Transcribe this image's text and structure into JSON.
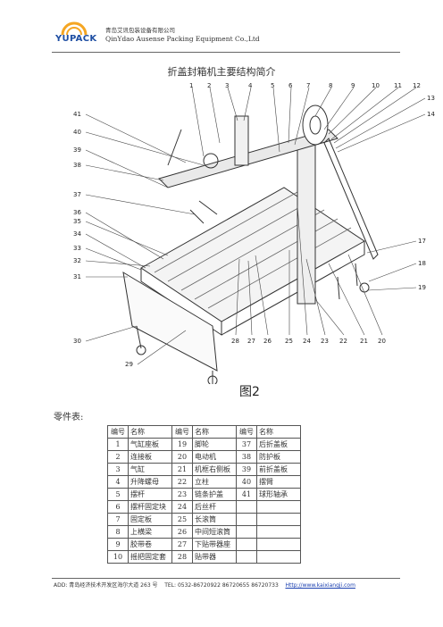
{
  "header": {
    "logo_text": "YUPACK",
    "company_cn": "青岛艾讯包装设备有限公司",
    "company_en": "QinYdao Ausense Packing Equipment Co.,Ltd"
  },
  "title": "折盖封箱机主要结构简介",
  "figure_caption": "图2",
  "callouts_top": [
    "1",
    "2",
    "3",
    "4",
    "5",
    "6",
    "7",
    "8",
    "9",
    "10",
    "11",
    "12",
    "13",
    "14"
  ],
  "callouts_left": [
    "41",
    "40",
    "39",
    "38",
    "37",
    "36",
    "35",
    "34",
    "33",
    "32",
    "31",
    "30",
    "29"
  ],
  "callouts_right": [
    "17",
    "18",
    "19"
  ],
  "callouts_bottom": [
    "28",
    "27",
    "26",
    "25",
    "24",
    "23",
    "22",
    "21",
    "20"
  ],
  "parts_label": "零件表:",
  "parts_table": {
    "header": [
      "编号",
      "名称",
      "编号",
      "名称",
      "编号",
      "名称"
    ],
    "rows": [
      [
        "1",
        "气缸座板",
        "19",
        "脚轮",
        "37",
        "后折盖板"
      ],
      [
        "2",
        "连接板",
        "20",
        "电动机",
        "38",
        "防护板"
      ],
      [
        "3",
        "气缸",
        "21",
        "机框右侧板",
        "39",
        "前折盖板"
      ],
      [
        "4",
        "升降螺母",
        "22",
        "立柱",
        "40",
        "摆臂"
      ],
      [
        "5",
        "摆杆",
        "23",
        "链条护盖",
        "41",
        "球形轴承"
      ],
      [
        "6",
        "摆杆固定块",
        "24",
        "后丝杆",
        "",
        ""
      ],
      [
        "7",
        "固定板",
        "25",
        "长滚筒",
        "",
        ""
      ],
      [
        "8",
        "上横梁",
        "26",
        "中间短滚筒",
        "",
        ""
      ],
      [
        "9",
        "胶带卷",
        "27",
        "下贴带器座",
        "",
        ""
      ],
      [
        "10",
        "摇把固定套",
        "28",
        "贴带器",
        "",
        ""
      ]
    ]
  },
  "footer": {
    "address": "ADD: 青岛经济技术开发区海尔大道 263 号",
    "tel": "TEL: 0532-86720922    86720655    86720733",
    "url": "Http://www.kaixiangji.com"
  }
}
